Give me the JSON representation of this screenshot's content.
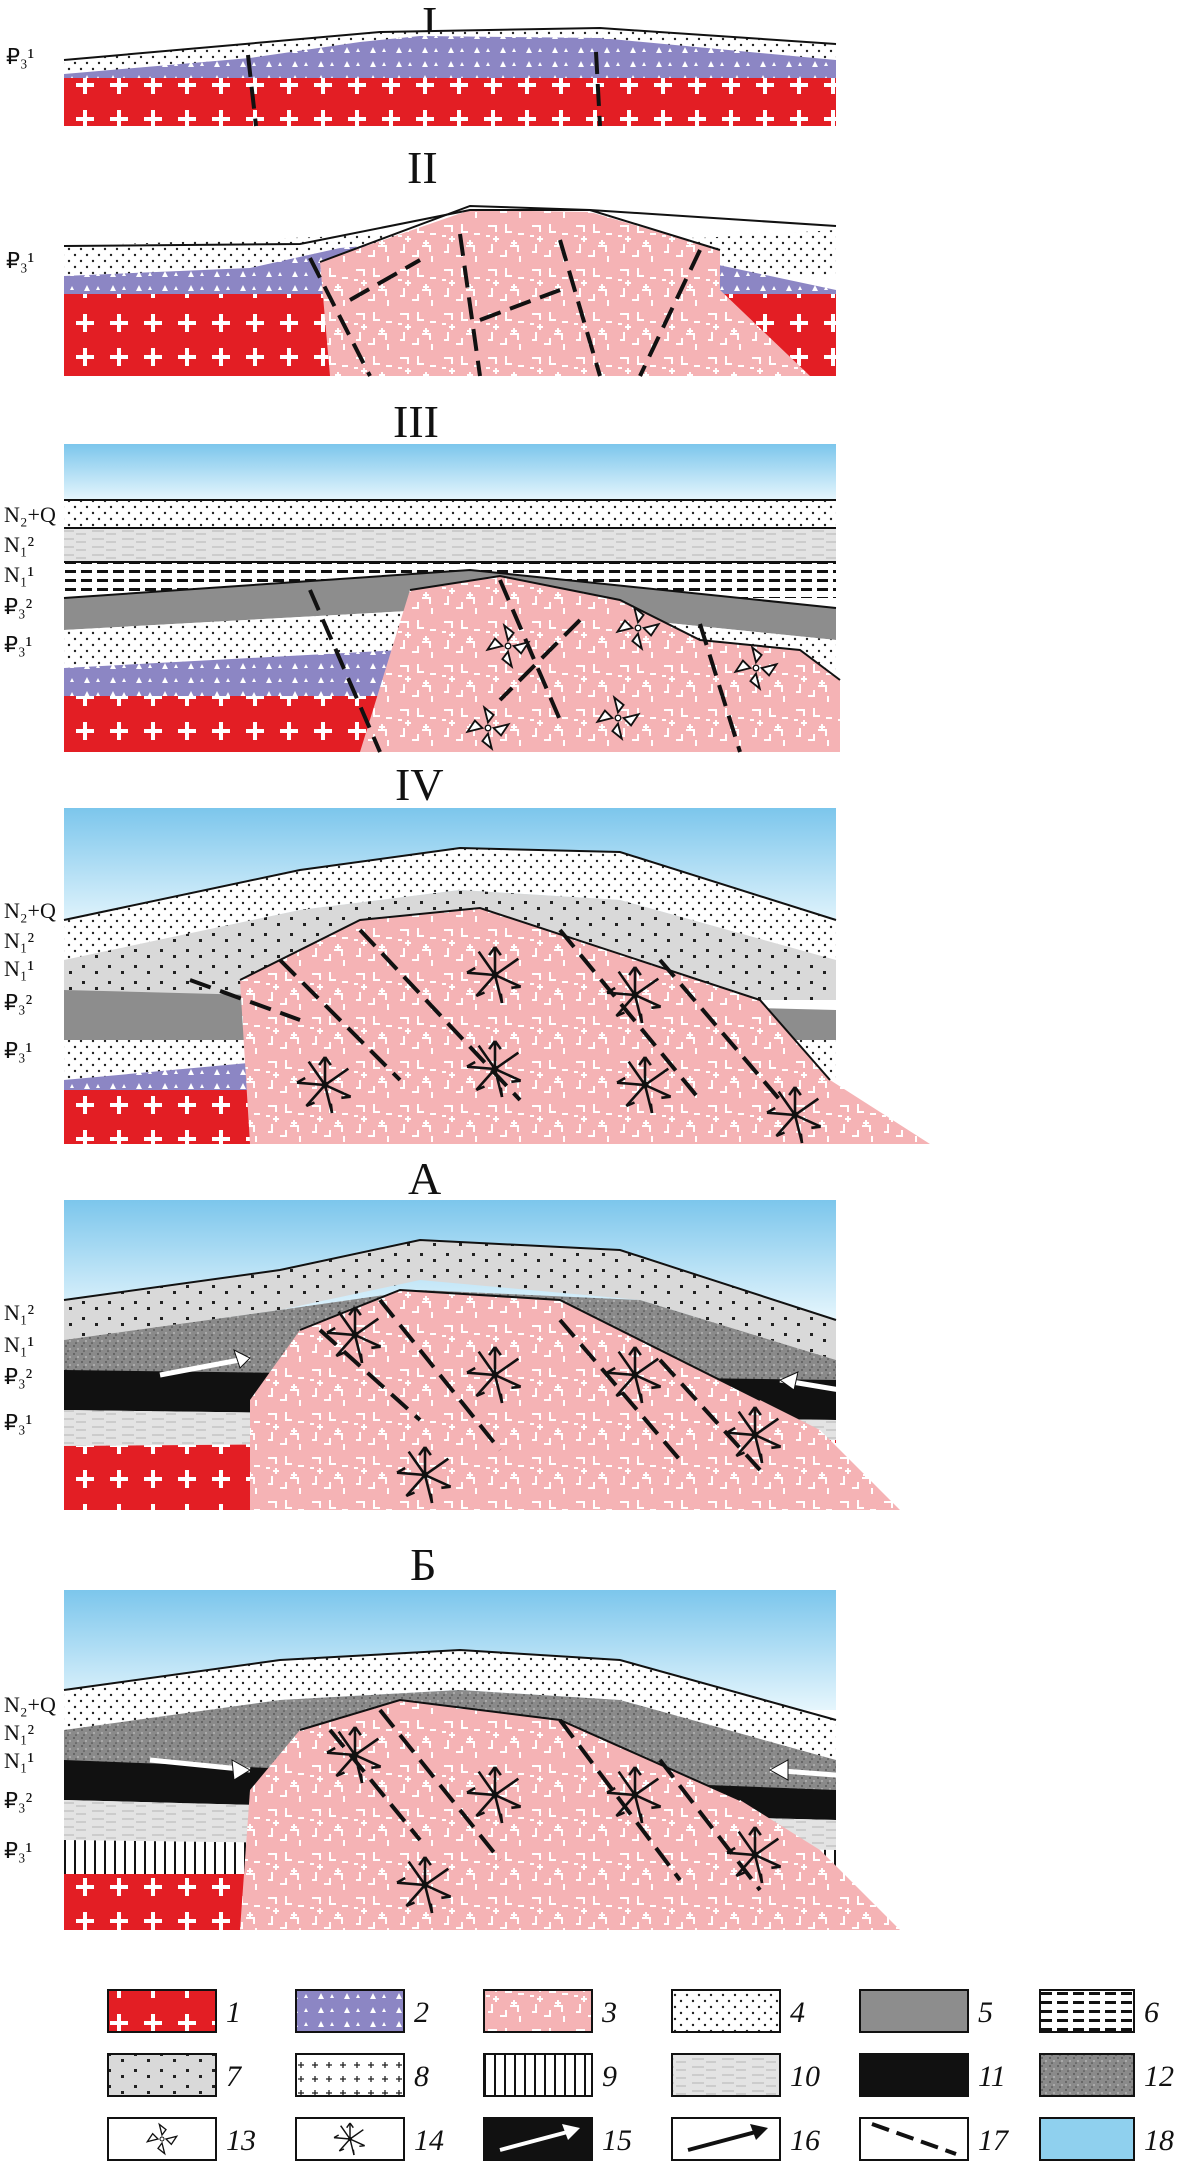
{
  "panels": [
    {
      "id": "I",
      "title": "I",
      "labels": [
        "₽₃¹"
      ]
    },
    {
      "id": "II",
      "title": "II",
      "labels": [
        "₽₃¹"
      ]
    },
    {
      "id": "III",
      "title": "III",
      "labels": [
        "N₂+Q",
        "N₁²",
        "N₁¹",
        "₽₃²",
        "₽₃¹"
      ]
    },
    {
      "id": "IV",
      "title": "IV",
      "labels": [
        "N₂+Q",
        "N₁²",
        "N₁¹",
        "₽₃²",
        "₽₃¹"
      ]
    },
    {
      "id": "A",
      "title": "А",
      "labels": [
        "N₁²",
        "N₁¹",
        "₽₃²",
        "₽₃¹"
      ]
    },
    {
      "id": "B",
      "title": "Б",
      "labels": [
        "N₂+Q",
        "N₁²",
        "N₁¹",
        "₽₃²",
        "₽₃¹"
      ]
    }
  ],
  "legend": [
    {
      "num": "1",
      "swatch": "granite-red"
    },
    {
      "num": "2",
      "swatch": "weathering-crust-purple"
    },
    {
      "num": "3",
      "swatch": "fractured-granite-pink"
    },
    {
      "num": "4",
      "swatch": "dotted-sand"
    },
    {
      "num": "5",
      "swatch": "dark-gray"
    },
    {
      "num": "6",
      "swatch": "dash-lines"
    },
    {
      "num": "7",
      "swatch": "coarse-dots-gray"
    },
    {
      "num": "8",
      "swatch": "small-crosses"
    },
    {
      "num": "9",
      "swatch": "vertical-lines"
    },
    {
      "num": "10",
      "swatch": "light-gray-streaks"
    },
    {
      "num": "11",
      "swatch": "black"
    },
    {
      "num": "12",
      "swatch": "speckled-gray"
    },
    {
      "num": "13",
      "swatch": "open-star-icon"
    },
    {
      "num": "14",
      "swatch": "filled-star-icon"
    },
    {
      "num": "15",
      "swatch": "white-arrow-icon"
    },
    {
      "num": "16",
      "swatch": "black-arrow-icon"
    },
    {
      "num": "17",
      "swatch": "dashed-fault-icon"
    },
    {
      "num": "18",
      "swatch": "sky-blue"
    }
  ],
  "colors": {
    "granite": "#e31e24",
    "crust": "#8c86c4",
    "pink": "#f5b3b5",
    "darkgray": "#8d8d8d",
    "lightgray": "#d9d9d9",
    "sky": "#8fd0ee"
  }
}
